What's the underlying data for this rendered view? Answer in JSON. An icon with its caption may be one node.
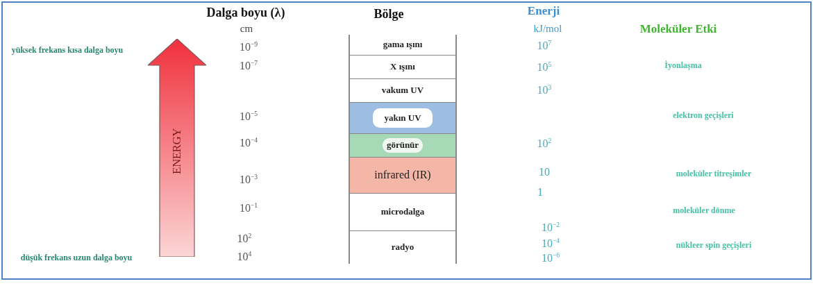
{
  "diagram": {
    "nodes": [
      {
        "text": [
          "ENERGY"
        ]
      },
      {
        "text": [
          "gama ışını"
        ]
      },
      {
        "text": [
          "X ışını"
        ]
      },
      {
        "text": [
          "vakum UV"
        ]
      },
      {
        "text": [
          "yakın UV"
        ]
      },
      {
        "text": [
          "görünür"
        ]
      },
      {
        "text": [
          "infrared (IR)"
        ]
      },
      {
        "text": [
          "microdalga"
        ]
      },
      {
        "text": [
          "radyo"
        ]
      }
    ],
    "labels": [
      "Dalga boyu (λ)",
      "Bölge",
      "Enerji",
      "cm",
      "kJ/mol",
      "Moleküler Etki",
      "yüksek frekans kısa dalga boyu",
      "düşük frekans uzun dalga boyu",
      "10$^{−9}$",
      "10$^{−7}$",
      "10$^{−5}$",
      "10$^{−4}$",
      "10$^{−3}$",
      "10$^{−1}$",
      "10$^{2}$",
      "10$^{4}$",
      "10$^{7}$",
      "10$^{5}$",
      "10$^{3}$",
      "10$^{2}$",
      "10",
      "1",
      "10$^{−2}$",
      "10$^{−4}$",
      "10$^{−6}$",
      "İyonlaşma",
      "elektron geçişleri",
      "moleküler titreşimler",
      "moleküler dönme",
      "nükleer spin geçişleri"
    ]
  }
}
